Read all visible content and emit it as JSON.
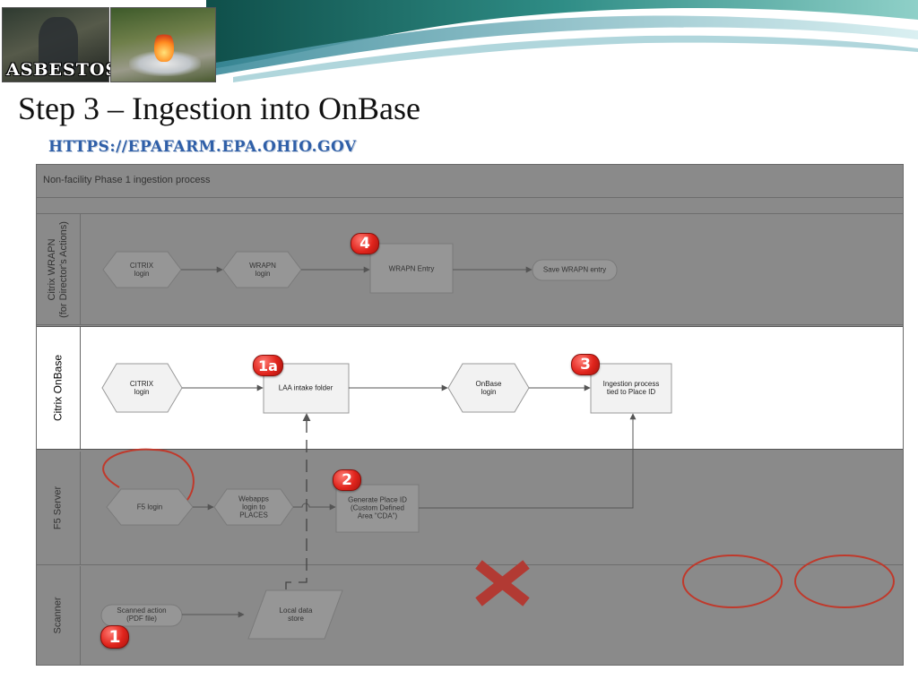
{
  "logo_text": "ASBESTOS",
  "slide": {
    "title": "Step 3 – Ingestion into OnBase",
    "url": "HTTPS://EPAFARM.EPA.OHIO.GOV"
  },
  "diagram": {
    "title": "Non-facility Phase 1 ingestion process",
    "lanes": [
      {
        "id": "wrapn",
        "label": "Citrix WRAPN\n(for Director's Actions)"
      },
      {
        "id": "onbase",
        "label": "Citrix OnBase"
      },
      {
        "id": "f5",
        "label": "F5 Server"
      },
      {
        "id": "scanner",
        "label": "Scanner"
      }
    ],
    "nodes": {
      "wrapn_citrix_login": "CITRIX\nlogin",
      "wrapn_login": "WRAPN\nlogin",
      "wrapn_entry": "WRAPN Entry",
      "save_wrapn_entry": "Save WRAPN entry",
      "onbase_citrix_login": "CITRIX\nlogin",
      "laa_intake_folder": "LAA intake folder",
      "onbase_login": "OnBase\nlogin",
      "ingestion_process": "Ingestion process\ntied to Place ID",
      "f5_login": "F5 login",
      "webapps_login": "Webapps\nlogin to\nPLACES",
      "generate_place_id": "Generate Place ID\n(Custom Defined\nArea \"CDA\")",
      "scanned_action": "Scanned action\n(PDF file)",
      "local_data_store": "Local data\nstore"
    },
    "badges": {
      "b1": "1",
      "b1a": "1a",
      "b2": "2",
      "b3": "3",
      "b4": "4"
    }
  },
  "colors": {
    "title_text": "#111111",
    "url_text": "#2f5fa8",
    "lane_inactive": "#8a8a8a",
    "lane_active": "#ffffff",
    "badge_red": "#e0241c",
    "annotation_red": "#c0392b"
  }
}
